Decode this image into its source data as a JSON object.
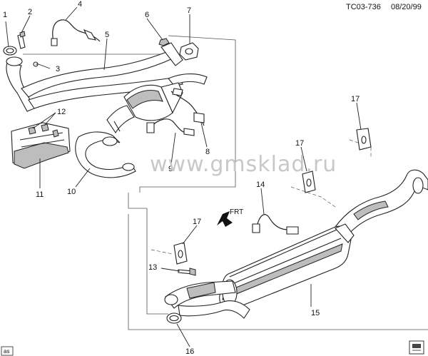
{
  "header": {
    "code": "TC03-736",
    "date": "08/20/99"
  },
  "watermark": {
    "text": "www.gmsklad.ru"
  },
  "orientation": {
    "label": "FRT"
  },
  "footer": {
    "left_badge": "as"
  },
  "callouts": [
    {
      "id": "c1",
      "label": "1"
    },
    {
      "id": "c2",
      "label": "2"
    },
    {
      "id": "c3",
      "label": "3"
    },
    {
      "id": "c4",
      "label": "4"
    },
    {
      "id": "c5",
      "label": "5"
    },
    {
      "id": "c6",
      "label": "6"
    },
    {
      "id": "c7",
      "label": "7"
    },
    {
      "id": "c8",
      "label": "8"
    },
    {
      "id": "c9",
      "label": "9"
    },
    {
      "id": "c10",
      "label": "10"
    },
    {
      "id": "c11",
      "label": "11"
    },
    {
      "id": "c12",
      "label": "12"
    },
    {
      "id": "c13",
      "label": "13"
    },
    {
      "id": "c14",
      "label": "14"
    },
    {
      "id": "c15",
      "label": "15"
    },
    {
      "id": "c16",
      "label": "16"
    },
    {
      "id": "c17a",
      "label": "17"
    },
    {
      "id": "c17b",
      "label": "17"
    },
    {
      "id": "c17c",
      "label": "17"
    }
  ]
}
